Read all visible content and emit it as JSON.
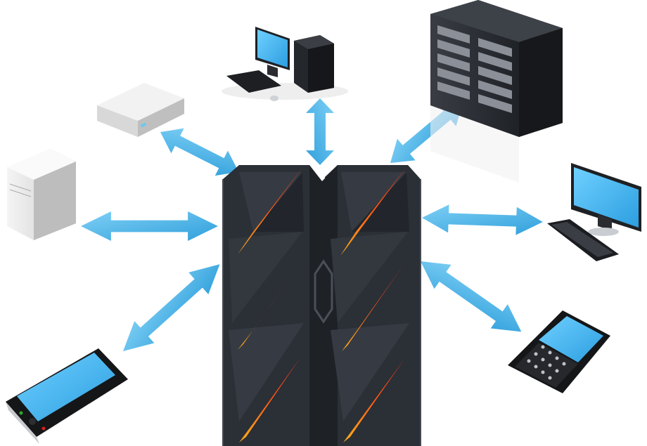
{
  "diagram": {
    "center": {
      "icon": "mainframe-icon"
    },
    "nodes": [
      {
        "id": "desktop-top",
        "icon": "desktop-computer-icon"
      },
      {
        "id": "server-rack",
        "icon": "server-rack-icon"
      },
      {
        "id": "network-appliance",
        "icon": "network-appliance-icon"
      },
      {
        "id": "tower-server",
        "icon": "tower-server-icon"
      },
      {
        "id": "monitor-keyboard",
        "icon": "monitor-keyboard-icon"
      },
      {
        "id": "smartphone",
        "icon": "smartphone-icon"
      },
      {
        "id": "qwerty-phone",
        "icon": "qwerty-phone-icon"
      }
    ],
    "connector_style": "double-headed arrows",
    "colors": {
      "arrow": "#3aa7e0",
      "mainframe_body": "#2d3138",
      "mainframe_accent": "#ff5a1a",
      "screen": "#45b9f0"
    }
  }
}
